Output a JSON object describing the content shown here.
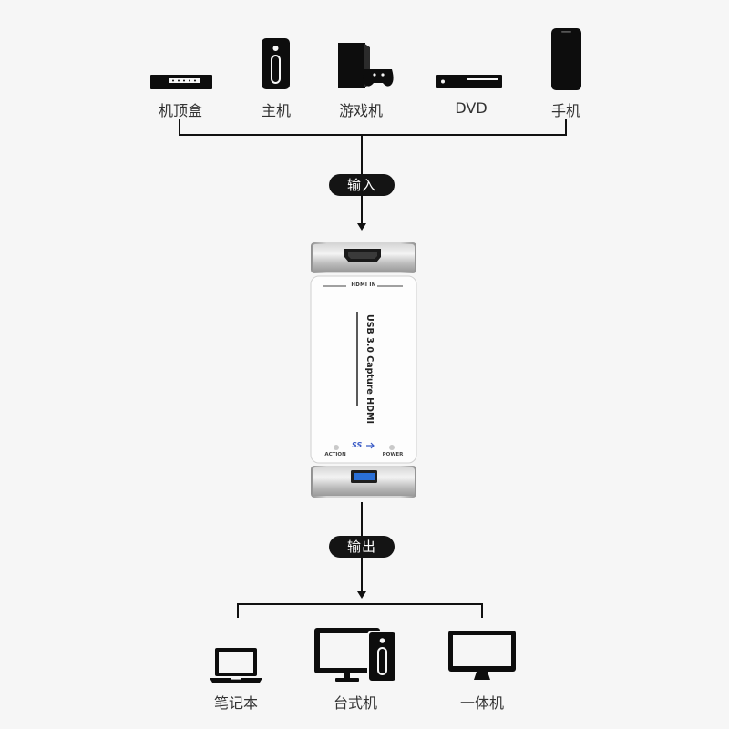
{
  "sources": [
    {
      "label": "机顶盒",
      "icon": "set-top-box-icon"
    },
    {
      "label": "主机",
      "icon": "pc-tower-icon"
    },
    {
      "label": "游戏机",
      "icon": "game-console-icon"
    },
    {
      "label": "DVD",
      "icon": "dvd-player-icon"
    },
    {
      "label": "手机",
      "icon": "smartphone-icon"
    }
  ],
  "input_label": "输入",
  "output_label": "输出",
  "device": {
    "port_in_label": "HDMI IN",
    "title_line1": "USB 3.0 Capture",
    "title_line2": "HDMI",
    "usb_logo": "SS",
    "action_label": "ACTION",
    "power_label": "POWER",
    "ports": [
      "hdmi-port-icon",
      "usb-port-icon"
    ]
  },
  "targets": [
    {
      "label": "笔记本",
      "icon": "laptop-icon"
    },
    {
      "label": "台式机",
      "icon": "desktop-computer-icon"
    },
    {
      "label": "一体机",
      "icon": "all-in-one-pc-icon"
    }
  ],
  "colors": {
    "background": "#f6f6f6",
    "icon": "#0d0d0d",
    "pill": "#141414",
    "device_body": "#ffffff",
    "usb_blue": "#2a6fd6"
  }
}
